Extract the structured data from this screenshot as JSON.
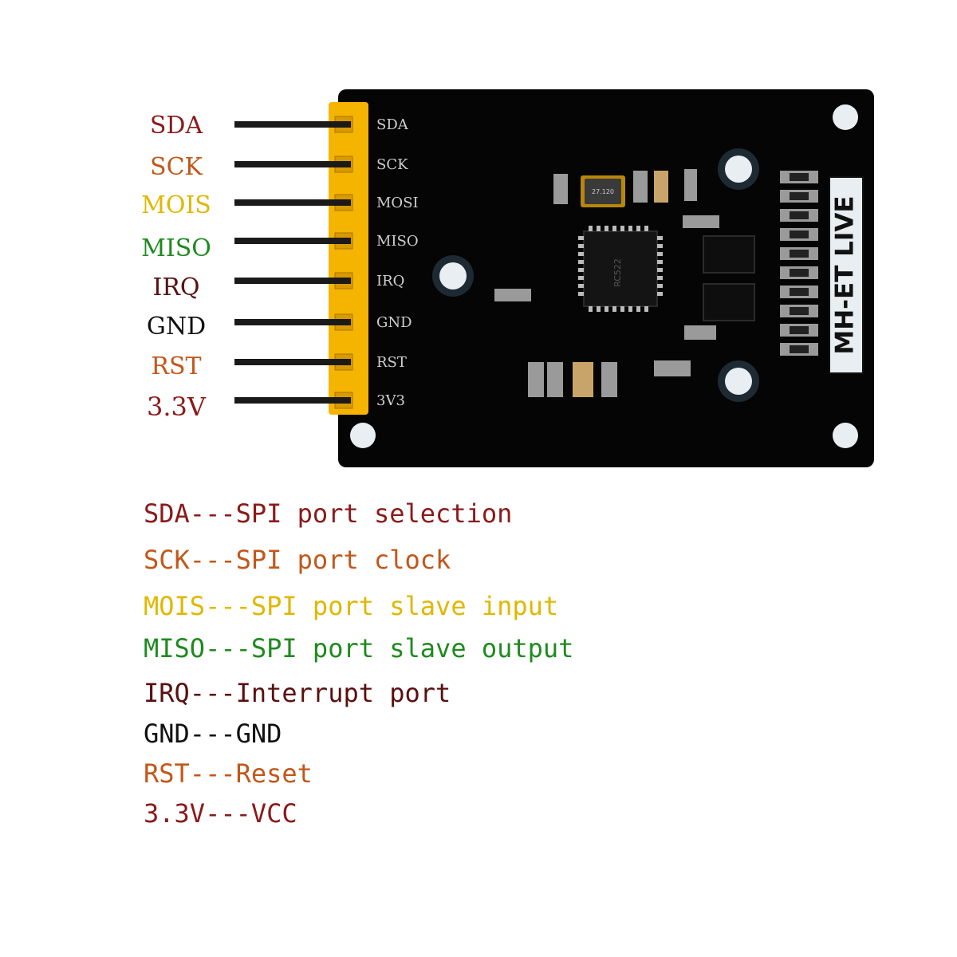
{
  "pins": [
    {
      "label": "SDA",
      "silk": "SDA",
      "color": "#8b1a1a"
    },
    {
      "label": "SCK",
      "silk": "SCK",
      "color": "#c2571a"
    },
    {
      "label": "MOIS",
      "silk": "MOSI",
      "color": "#e0b800"
    },
    {
      "label": "MISO",
      "silk": "MISO",
      "color": "#1f8a1f"
    },
    {
      "label": "IRQ",
      "silk": "IRQ",
      "color": "#5a1010"
    },
    {
      "label": "GND",
      "silk": "GND",
      "color": "#111111"
    },
    {
      "label": "RST",
      "silk": "RST",
      "color": "#c2571a"
    },
    {
      "label": "3.3V",
      "silk": "3V3",
      "color": "#8b1a1a"
    }
  ],
  "descriptions": [
    {
      "text": "SDA---SPI port selection",
      "color": "#8b1a1a"
    },
    {
      "text": "SCK---SPI port clock",
      "color": "#c2571a"
    },
    {
      "text": "MOIS---SPI port slave input",
      "color": "#e0b800"
    },
    {
      "text": "MISO---SPI port slave output",
      "color": "#1f8a1f"
    },
    {
      "text": "IRQ---Interrupt port",
      "color": "#5a1010"
    },
    {
      "text": "GND---GND",
      "color": "#111111"
    },
    {
      "text": "RST---Reset",
      "color": "#c2571a"
    },
    {
      "text": "3.3V---VCC",
      "color": "#8b1a1a"
    }
  ],
  "board": {
    "brand": "MH-ET LIVE",
    "chip_text": "RC522",
    "crystal_text": "27.120",
    "board_color": "#050505",
    "header_color": "#f5b400"
  }
}
